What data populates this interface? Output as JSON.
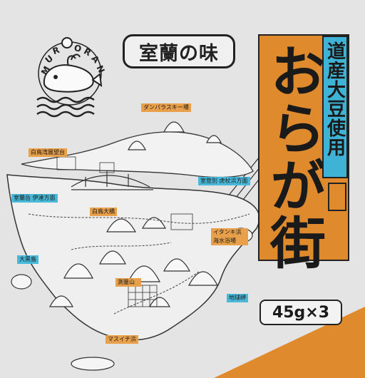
{
  "logo": {
    "letters": [
      "M",
      "U",
      "R",
      "O",
      "R",
      "A",
      "N"
    ]
  },
  "taste_label": "室蘭の味",
  "product_title": "おらが街",
  "soy_note": "道産大豆使用",
  "weight": "45g×3",
  "places": [
    {
      "name": "ダンパラスキー場",
      "color": "orange"
    },
    {
      "name": "白鳥湾展望台",
      "color": "orange"
    },
    {
      "name": "室蘭岳 伊達方面",
      "color": "blue"
    },
    {
      "name": "白鳥大橋",
      "color": "orange"
    },
    {
      "name": "室登別 虎杖浜方面",
      "color": "blue"
    },
    {
      "name": "イタンキ浜 海水浴場",
      "color": "orange"
    },
    {
      "name": "大黒島",
      "color": "blue"
    },
    {
      "name": "測量山",
      "color": "orange"
    },
    {
      "name": "地球岬",
      "color": "blue"
    },
    {
      "name": "マスイチ浜",
      "color": "orange"
    }
  ],
  "colors": {
    "background": "#e4e4e4",
    "orange": "#e08a2e",
    "blue": "#3fb3d6",
    "ink": "#1a1a1a"
  }
}
